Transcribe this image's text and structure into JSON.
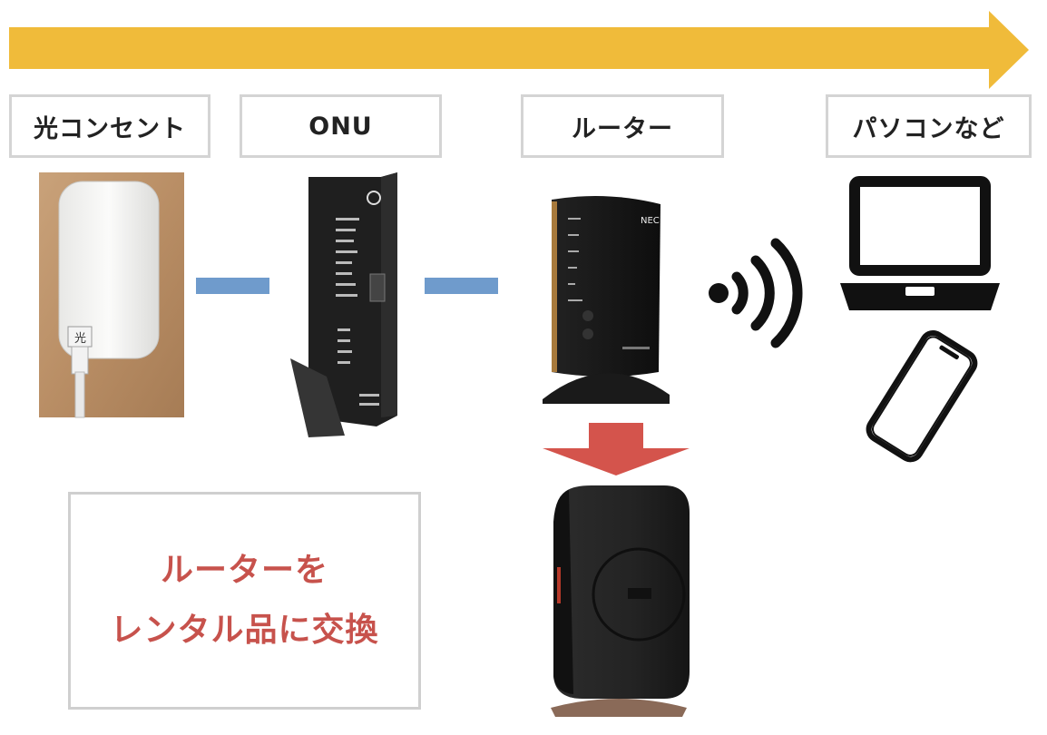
{
  "flow_labels": {
    "hikari_outlet": "光コンセント",
    "onu": "ONU",
    "router": "ルーター",
    "pc": "パソコンなど"
  },
  "callout": {
    "line1": "ルーターを",
    "line2": "レンタル品に交換"
  },
  "device_text": {
    "nec_brand": "NEC",
    "outlet_label": "光"
  },
  "colors": {
    "flow_arrow": "#f0bb3a",
    "connector": "#6f9bcc",
    "replace_arrow": "#d4544c",
    "callout_text": "#c7524c"
  }
}
